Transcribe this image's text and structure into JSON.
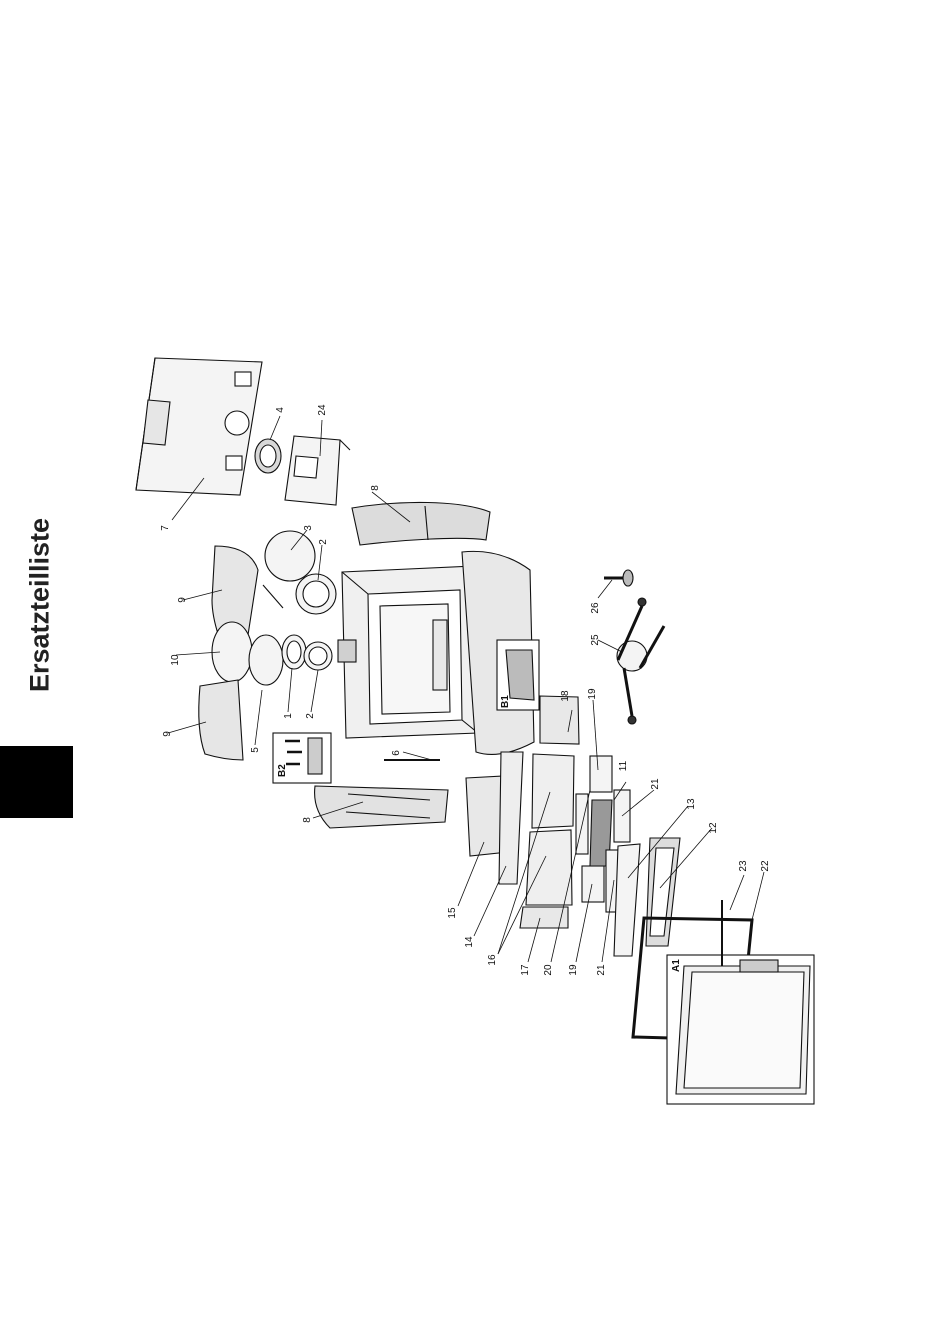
{
  "page": {
    "heading": "Ersatzteilliste",
    "tab_color": "#000000"
  },
  "diagram": {
    "title": "",
    "callouts": [
      "1",
      "2",
      "3",
      "4",
      "5",
      "6",
      "7",
      "8",
      "9",
      "10",
      "11",
      "12",
      "13",
      "14",
      "15",
      "16",
      "17",
      "18",
      "19",
      "20",
      "21",
      "22",
      "23",
      "24",
      "25",
      "26"
    ],
    "detail_boxes": [
      "A1",
      "B1",
      "B2"
    ]
  }
}
